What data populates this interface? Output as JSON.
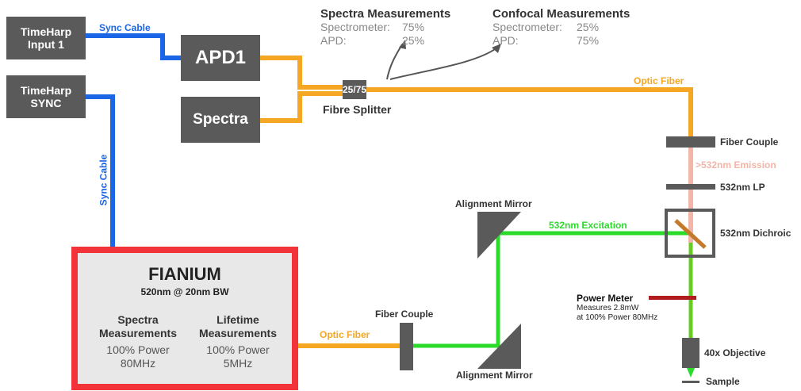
{
  "colors": {
    "sync": "#1a66e6",
    "fiber": "#f5a623",
    "excitation": "#2adb2a",
    "emission": "#f2b6a8",
    "block": "#5a5a5a",
    "laser_border": "#f2343a",
    "power_meter": "#b11c1c"
  },
  "boxes": {
    "timeharp_input": [
      "TimeHarp",
      "Input 1"
    ],
    "timeharp_sync": [
      "TimeHarp",
      "SYNC"
    ],
    "apd1": "APD1",
    "spectra": "Spectra",
    "splitter": "25/75"
  },
  "labels": {
    "sync_cable_top": "Sync Cable",
    "sync_cable_side": "Sync Cable",
    "fibre_splitter": "Fibre Splitter",
    "optic_fiber_top": "Optic Fiber",
    "optic_fiber_bottom": "Optic Fiber",
    "fiber_couple_right": "Fiber Couple",
    "fiber_couple_bottom": "Fiber Couple",
    "emission": ">532nm Emission",
    "lp_filter": "532nm LP",
    "dichroic": "532nm Dichroic",
    "excitation": "532nm Excitation",
    "alignment_mirror_top": "Alignment Mirror",
    "alignment_mirror_bottom": "Alignment Mirror",
    "power_meter": "Power Meter",
    "power_meter_note": [
      "Measures 2.8mW",
      "at 100% Power 80MHz"
    ],
    "objective": "40x Objective",
    "sample": "Sample"
  },
  "spectra_measurements": {
    "title": "Spectra Measurements",
    "spectrometer_label": "Spectrometer:",
    "spectrometer_value": "75%",
    "apd_label": "APD:",
    "apd_value": "25%"
  },
  "confocal_measurements": {
    "title": "Confocal Measurements",
    "spectrometer_label": "Spectrometer:",
    "spectrometer_value": "25%",
    "apd_label": "APD:",
    "apd_value": "75%"
  },
  "fianium": {
    "title": "FIANIUM",
    "subtitle": "520nm @ 20nm BW",
    "left_heading": [
      "Spectra",
      "Measurements"
    ],
    "left_values": [
      "100% Power",
      "80MHz"
    ],
    "right_heading": [
      "Lifetime",
      "Measurements"
    ],
    "right_values": [
      "100% Power",
      "5MHz"
    ]
  }
}
